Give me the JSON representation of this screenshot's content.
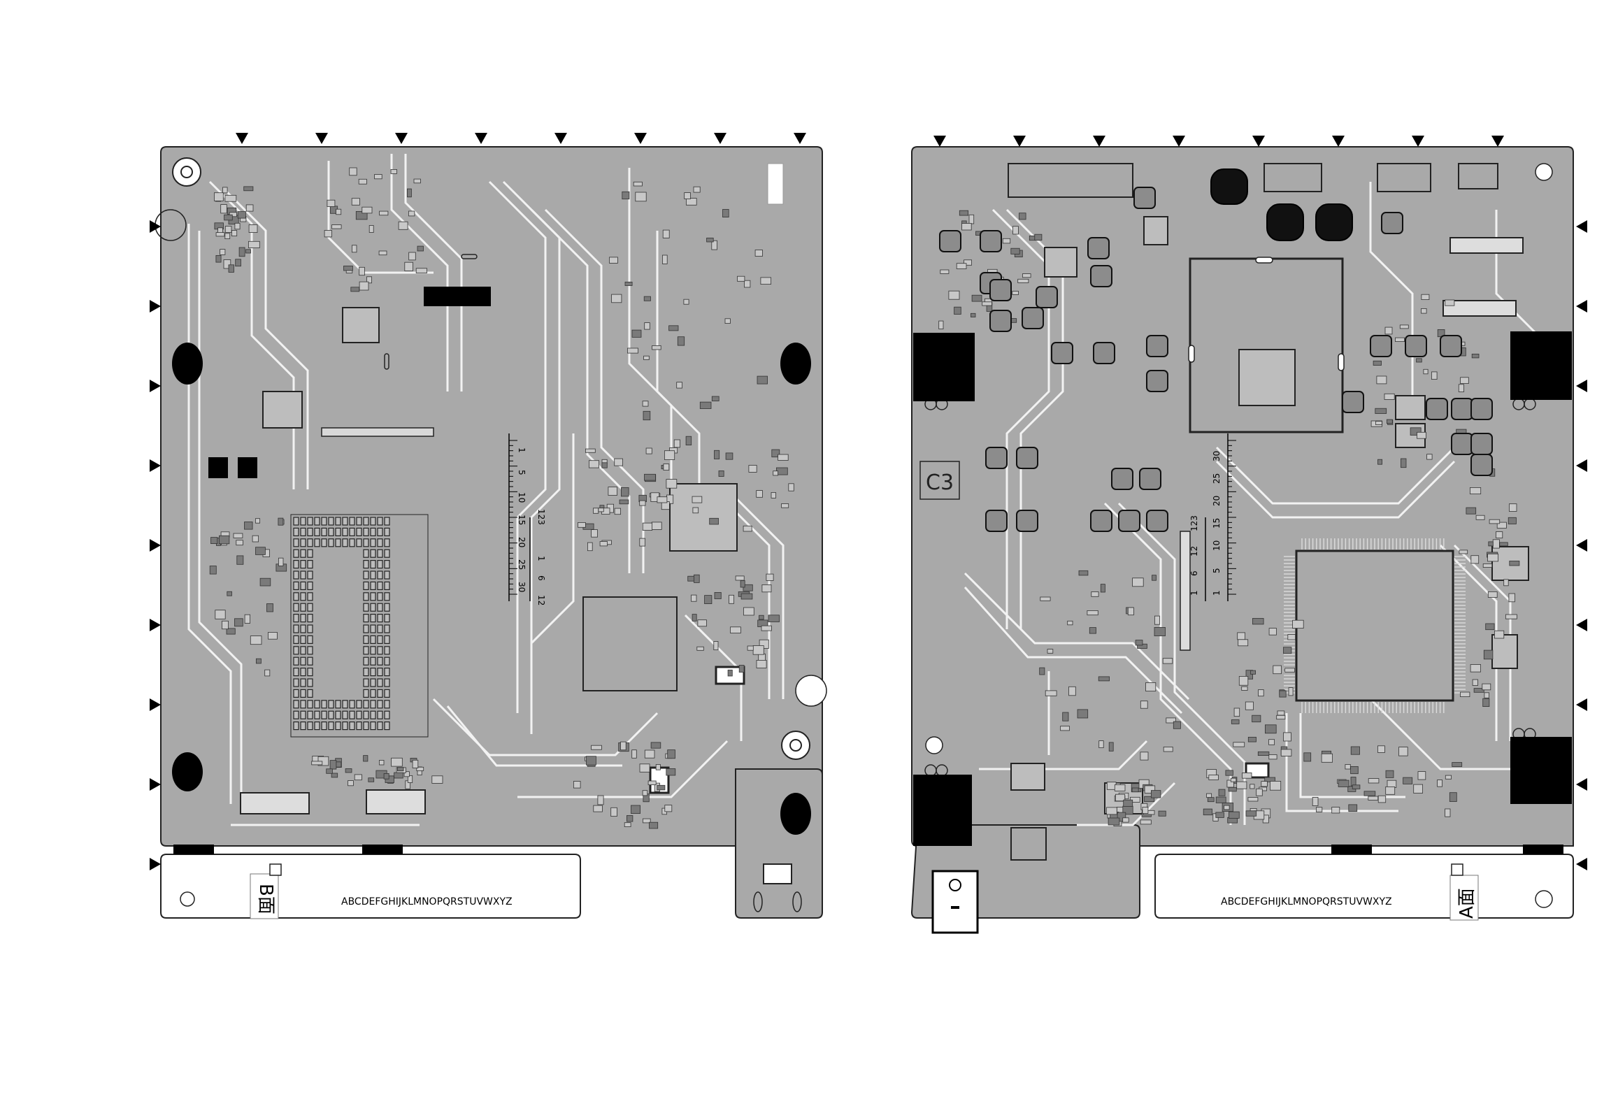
{
  "palette": {
    "background": "#ffffff",
    "board": "#a9a9a9",
    "trace": "#f2f2f2",
    "ink": "#000000"
  },
  "board_b": {
    "alphabet_label": "ABCDEFGHIJKLMNOPQRSTUVWXYZ",
    "side_label": "B面",
    "ruler_main_ticks": [
      "1",
      "5",
      "10",
      "15",
      "20",
      "25",
      "30"
    ],
    "ruler_small_ticks": [
      "1",
      "6",
      "12"
    ],
    "ruler_small_label": "123"
  },
  "board_a": {
    "alphabet_label": "ABCDEFGHIJKLMNOPQRSTUVWXYZ",
    "side_label": "A面",
    "corner_label": "C3",
    "ruler_main_ticks": [
      "1",
      "5",
      "10",
      "15",
      "20",
      "25",
      "30"
    ],
    "ruler_small_ticks": [
      "1",
      "6",
      "12"
    ],
    "ruler_small_label": "123"
  },
  "markers": {
    "board_b_top_count": 8,
    "board_b_left_count": 9,
    "board_a_top_count": 8,
    "board_a_right_count": 9
  }
}
